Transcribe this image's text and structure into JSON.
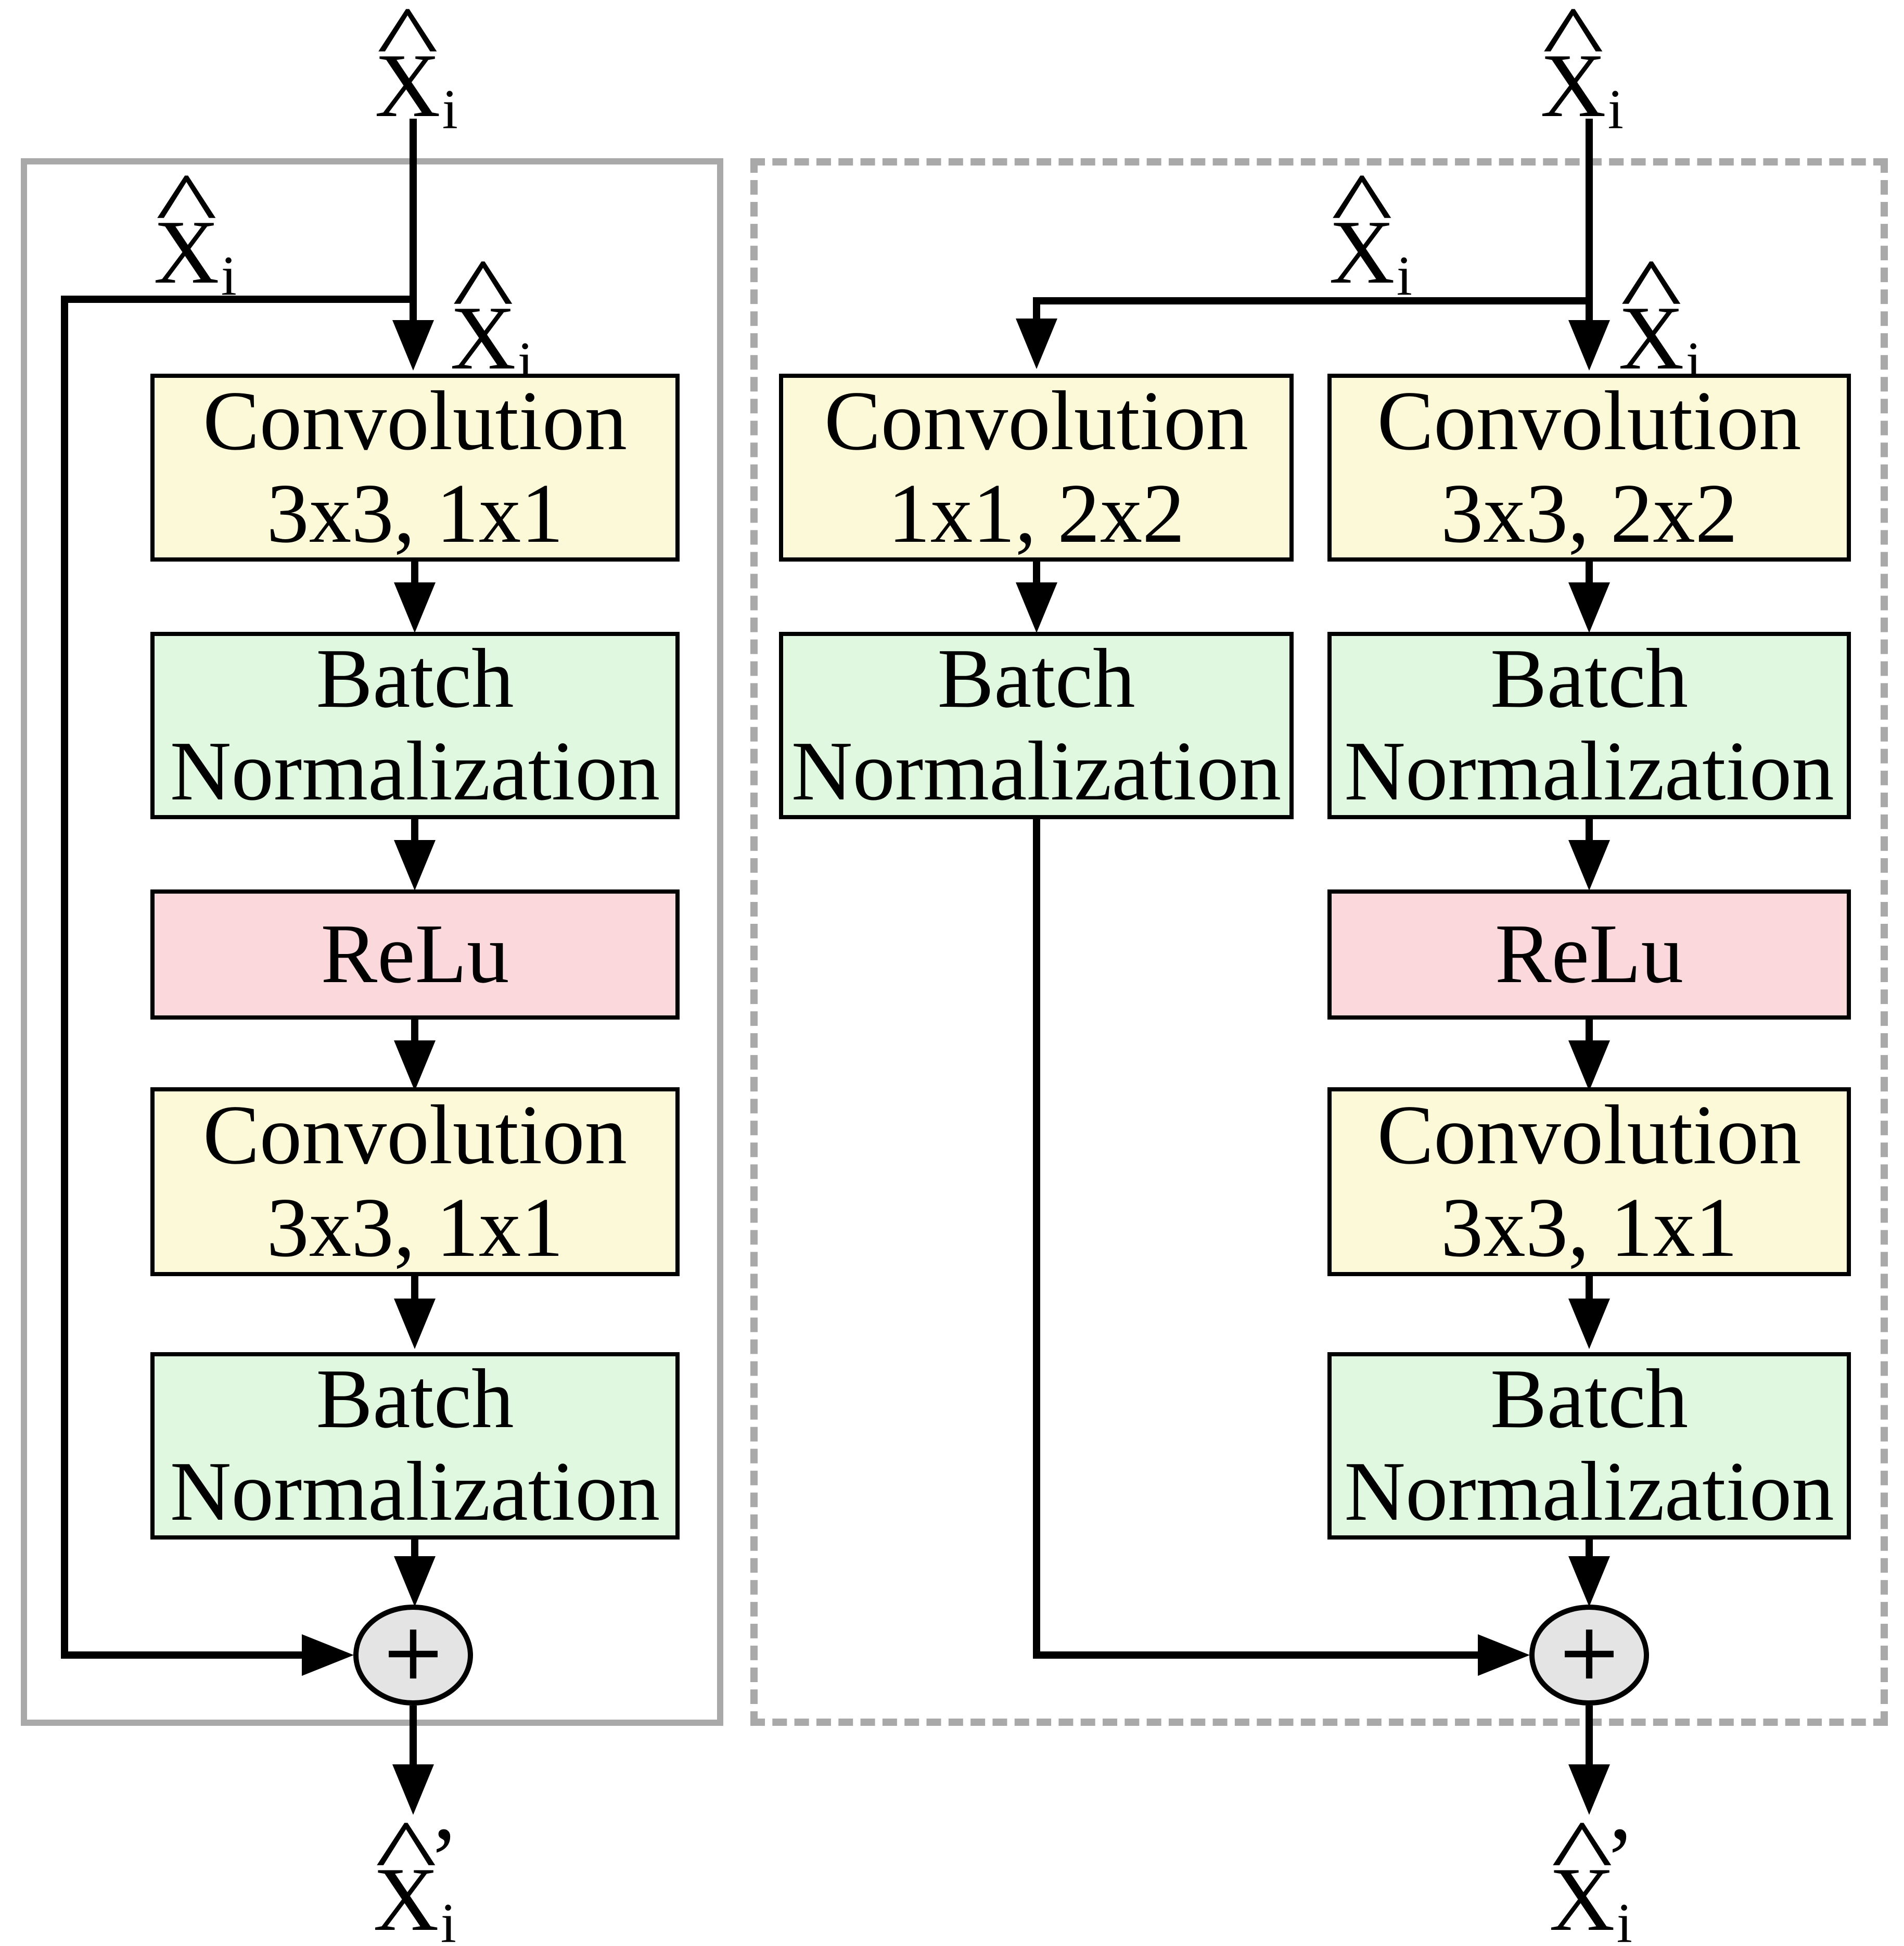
{
  "symbols": {
    "x": "X",
    "hat": "^",
    "sub_i": "i",
    "prime": "’",
    "plus": "+"
  },
  "left_block": {
    "frame_style": "solid",
    "layers": [
      {
        "kind": "conv",
        "lines": [
          "Convolution",
          "3x3, 1x1"
        ]
      },
      {
        "kind": "batchnorm",
        "lines": [
          "Batch",
          "Normalization"
        ]
      },
      {
        "kind": "relu",
        "lines": [
          "ReLu"
        ]
      },
      {
        "kind": "conv",
        "lines": [
          "Convolution",
          "3x3, 1x1"
        ]
      },
      {
        "kind": "batchnorm",
        "lines": [
          "Batch",
          "Normalization"
        ]
      }
    ]
  },
  "right_block": {
    "frame_style": "dashed",
    "skip_branch_layers": [
      {
        "kind": "conv",
        "lines": [
          "Convolution",
          "1x1, 2x2"
        ]
      },
      {
        "kind": "batchnorm",
        "lines": [
          "Batch",
          "Normalization"
        ]
      }
    ],
    "main_branch_layers": [
      {
        "kind": "conv",
        "lines": [
          "Convolution",
          "3x3, 2x2"
        ]
      },
      {
        "kind": "batchnorm",
        "lines": [
          "Batch",
          "Normalization"
        ]
      },
      {
        "kind": "relu",
        "lines": [
          "ReLu"
        ]
      },
      {
        "kind": "conv",
        "lines": [
          "Convolution",
          "3x3, 1x1"
        ]
      },
      {
        "kind": "batchnorm",
        "lines": [
          "Batch",
          "Normalization"
        ]
      }
    ]
  },
  "colors": {
    "conv_fill": "#FCF9D9",
    "batchnorm_fill": "#DFF8DF",
    "relu_fill": "#FAD8DC",
    "adder_fill": "#E4E4E4",
    "frame_gray": "#A9A9A9",
    "line_black": "#000000"
  }
}
